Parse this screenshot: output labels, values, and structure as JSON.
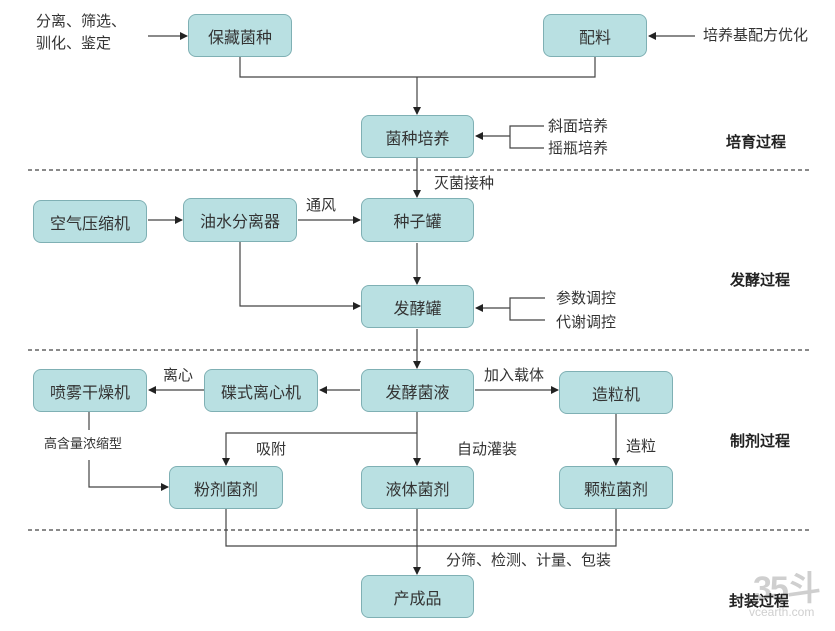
{
  "nodes": {
    "preserve_strain": "保藏菌种",
    "ingredients": "配料",
    "strain_culture": "菌种培养",
    "air_compressor": "空气压缩机",
    "oil_water_separator": "油水分离器",
    "seed_tank": "种子罐",
    "fermenter": "发酵罐",
    "spray_dryer": "喷雾干燥机",
    "disc_centrifuge": "碟式离心机",
    "fermentation_broth": "发酵菌液",
    "granulator": "造粒机",
    "powder_agent": "粉剂菌剂",
    "liquid_agent": "液体菌剂",
    "granule_agent": "颗粒菌剂",
    "finished_product": "产成品"
  },
  "labels": {
    "isolation_line1": "分离、筛选、",
    "isolation_line2": "驯化、鉴定",
    "medium_optimization": "培养基配方优化",
    "slant_culture": "斜面培养",
    "shake_flask_culture": "摇瓶培养",
    "sterilize_inoculate": "灭菌接种",
    "ventilation": "通风",
    "parameter_control": "参数调控",
    "metabolic_control": "代谢调控",
    "centrifuge": "离心",
    "add_carrier": "加入载体",
    "high_concentration": "高含量浓缩型",
    "adsorption": "吸附",
    "auto_filling": "自动灌装",
    "granulation": "造粒",
    "packaging": "分筛、检测、计量、包装"
  },
  "stages": {
    "cultivation": "培育过程",
    "fermentation": "发酵过程",
    "formulation": "制剂过程",
    "packaging": "封装过程"
  },
  "watermark": {
    "logo": "35斗",
    "site": "vcearth.com"
  }
}
